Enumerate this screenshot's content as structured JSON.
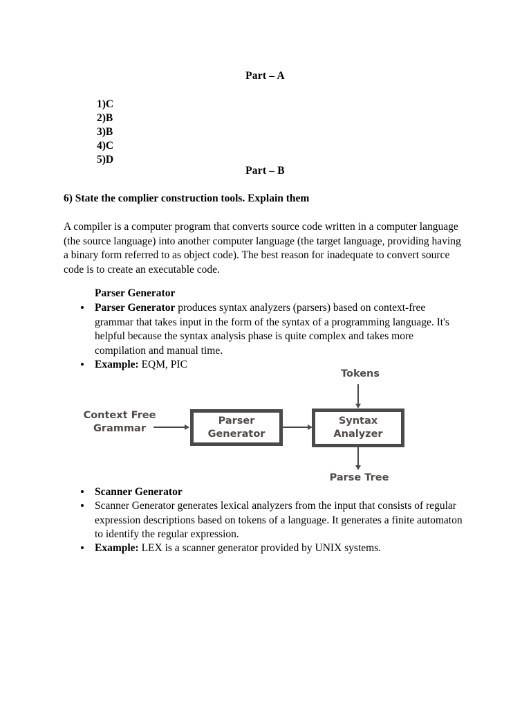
{
  "document": {
    "background_color": "#ffffff",
    "text_color": "#000000"
  },
  "part_a": {
    "heading": "Part – A",
    "answers": [
      "1)C",
      "2)B",
      "3)B",
      "4)C",
      "5)D"
    ]
  },
  "part_b": {
    "heading": "Part – B",
    "question_heading": "6) State the complier construction tools. Explain them",
    "intro_paragraph": "A compiler is a computer program that converts source code written in a computer language (the source language) into another computer language (the target language, providing having a binary form referred to as object code). The best reason for inadequate to convert source code is to create an executable code.",
    "parser_generator": {
      "subheading": "Parser Generator",
      "bullet_term": "Parser Generator",
      "bullet_text": " produces syntax analyzers (parsers) based on context-free grammar that takes input in the form of the syntax of a programming language. It's helpful because the syntax analysis phase is quite complex and takes more compilation and manual time.",
      "example_term": "Example:",
      "example_text": " EQM, PIC"
    },
    "scanner_generator": {
      "bullet_term": "Scanner Generator",
      "bullet_text": "Scanner Generator generates lexical analyzers from the input that consists of regular expression descriptions based on tokens of a language. It generates a finite automaton to identify the regular expression.",
      "example_term": "Example:",
      "example_text": " LEX is a scanner generator provided by UNIX systems."
    }
  },
  "diagram": {
    "title": "parser-generator-flow",
    "stroke_color": "#4a4a4a",
    "label_color": "#4f4a48",
    "boxes": [
      {
        "id": "parser-generator",
        "label": "Parser\nGenerator"
      },
      {
        "id": "syntax-analyzer",
        "label": "Syntax\nAnalyzer"
      }
    ],
    "labels": {
      "input_left": "Context Free\nGrammar",
      "input_top": "Tokens",
      "output_bottom": "Parse Tree"
    }
  }
}
